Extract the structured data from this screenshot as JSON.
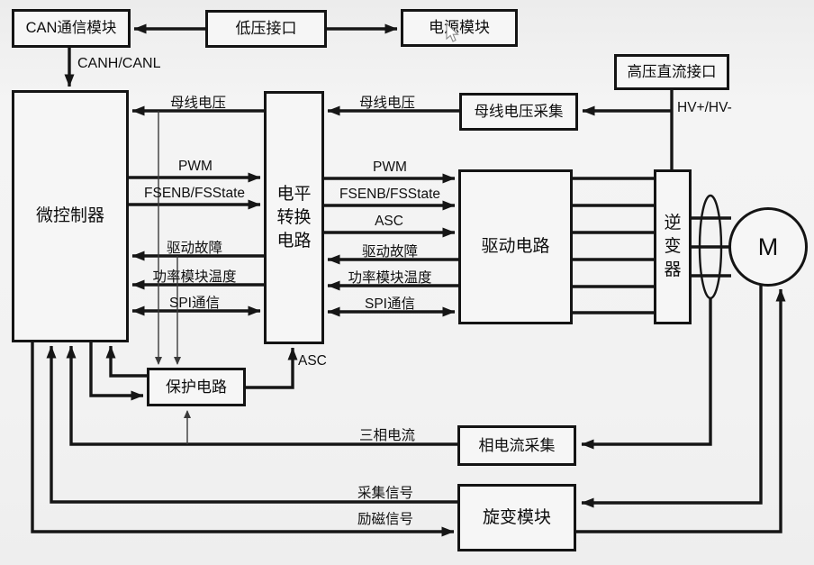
{
  "diagram": {
    "title_hint": "motor-controller-block-diagram",
    "nodes": {
      "can_module": {
        "label": "CAN通信模块"
      },
      "lv_interface": {
        "label": "低压接口"
      },
      "power_module": {
        "label": "电源模块"
      },
      "hv_dc_interface": {
        "label": "高压直流接口"
      },
      "bus_voltage_sense": {
        "label": "母线电压采集"
      },
      "mcu": {
        "label": "微控制器"
      },
      "level_shift": {
        "label": "电平转换电路"
      },
      "drive_circuit": {
        "label": "驱动电路"
      },
      "inverter": {
        "label": "逆变器"
      },
      "protection": {
        "label": "保护电路"
      },
      "phase_current_sense": {
        "label": "相电流采集"
      },
      "resolver_module": {
        "label": "旋变模块"
      },
      "motor": {
        "label": "M"
      }
    },
    "signals": {
      "canh_canl": "CANH/CANL",
      "bus_voltage": "母线电压",
      "pwm": "PWM",
      "fsenb_fsstate": "FSENB/FSState",
      "asc": "ASC",
      "drive_fault": "驱动故障",
      "power_module_temp": "功率模块温度",
      "spi": "SPI通信",
      "hv_lines": "HV+/HV-",
      "three_phase_current": "三相电流",
      "collect_signal": "采集信号",
      "excitation_signal": "励磁信号"
    },
    "colors": {
      "line": "#161616",
      "background": "#f2f2f2",
      "box_fill": "#f6f6f6"
    }
  }
}
